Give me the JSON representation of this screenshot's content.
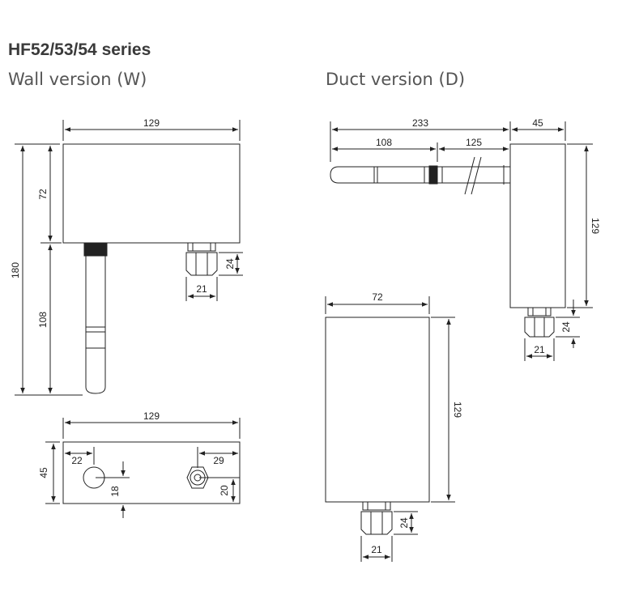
{
  "header": {
    "title": "HF52/53/54 series",
    "wall_label": "Wall version (W)",
    "duct_label": "Duct version (D)"
  },
  "wall": {
    "front": {
      "width": "129",
      "height_total": "180",
      "upper": "72",
      "lower": "108",
      "gland_h": "24",
      "gland_w": "21"
    },
    "bottom": {
      "width": "129",
      "depth": "45",
      "hole_x": "22",
      "hole_y": "18",
      "gland_x": "29",
      "gland_y": "20"
    }
  },
  "duct": {
    "side": {
      "total": "233",
      "probe": "108",
      "shaft": "125",
      "housing_w": "45",
      "housing_h": "129",
      "gland_h": "24",
      "gland_w": "21"
    },
    "front": {
      "width": "72",
      "height": "129",
      "gland_h": "24",
      "gland_w": "21"
    }
  }
}
